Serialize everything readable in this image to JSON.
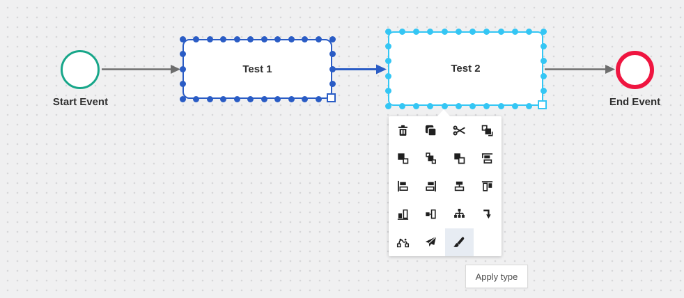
{
  "colors": {
    "start_event_green": "#17a689",
    "selection_blue": "#2a5cc5",
    "selection_cyan": "#34c6f4",
    "end_event_red": "#ef1540",
    "connector_gray": "#6d6d6d",
    "canvas_bg": "#f0f0f1",
    "menu_highlight": "#e7ecf3",
    "menu_icon": "#1f1f1f"
  },
  "diagram": {
    "nodes": {
      "start": {
        "type": "start-event",
        "label": "Start Event"
      },
      "task1": {
        "type": "task",
        "label": "Test 1",
        "selected": true,
        "selection_color": "selection_blue"
      },
      "task2": {
        "type": "task",
        "label": "Test 2",
        "selected": true,
        "selection_color": "selection_cyan"
      },
      "end": {
        "type": "end-event",
        "label": "End Event"
      }
    },
    "connections": [
      {
        "from": "start",
        "to": "task1",
        "color": "connector_gray"
      },
      {
        "from": "task1",
        "to": "task2",
        "color": "selection_blue"
      },
      {
        "from": "task2",
        "to": "end",
        "color": "connector_gray"
      }
    ]
  },
  "context_menu": {
    "items": [
      {
        "action": "delete",
        "icon": "trash-icon"
      },
      {
        "action": "copy",
        "icon": "copy-icon"
      },
      {
        "action": "cut",
        "icon": "scissors-icon"
      },
      {
        "action": "bring-to-front",
        "icon": "bring-to-front-icon"
      },
      {
        "action": "send-to-back",
        "icon": "send-to-back-icon"
      },
      {
        "action": "bring-forward",
        "icon": "bring-forward-icon"
      },
      {
        "action": "send-backward",
        "icon": "send-backward-icon"
      },
      {
        "action": "align-top",
        "icon": "align-top-icon"
      },
      {
        "action": "align-left",
        "icon": "align-left-icon"
      },
      {
        "action": "align-right",
        "icon": "align-right-icon"
      },
      {
        "action": "align-center",
        "icon": "align-center-icon"
      },
      {
        "action": "match-top",
        "icon": "match-top-icon"
      },
      {
        "action": "align-bottom",
        "icon": "align-bottom-icon"
      },
      {
        "action": "align-middle",
        "icon": "align-middle-icon"
      },
      {
        "action": "auto-layout",
        "icon": "auto-layout-icon"
      },
      {
        "action": "step-down",
        "icon": "arrow-down-icon"
      },
      {
        "action": "edit-waypoints",
        "icon": "waypoints-icon"
      },
      {
        "action": "send",
        "icon": "paper-plane-icon"
      },
      {
        "action": "apply-type",
        "icon": "paintbrush-icon",
        "active": true
      }
    ]
  },
  "tooltip": {
    "text": "Apply type"
  }
}
